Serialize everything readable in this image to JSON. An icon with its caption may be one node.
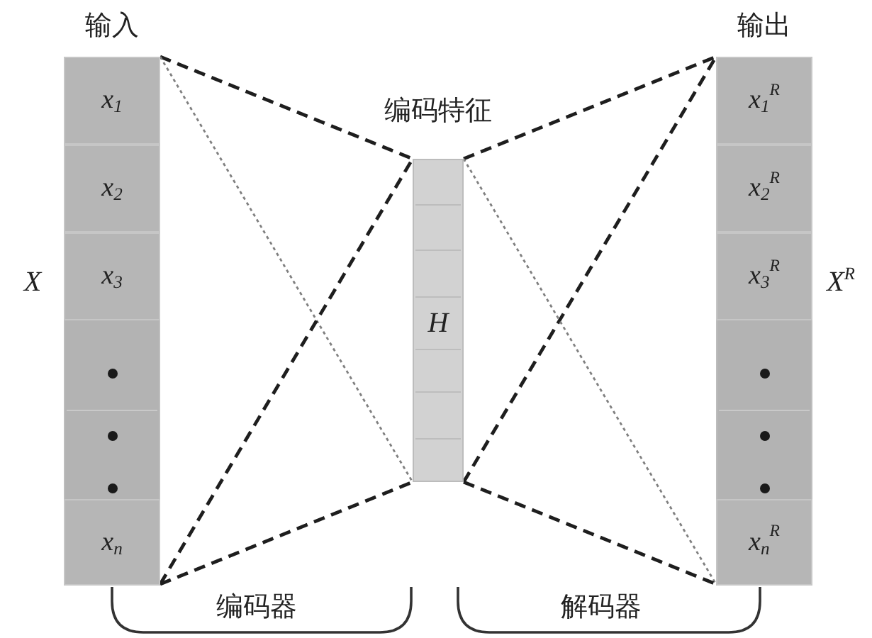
{
  "diagram": {
    "nodes": [
      {
        "text": [
          "输入"
        ],
        "beside": [
          "X"
        ]
      },
      {
        "text": [
          "x$_{1}$"
        ],
        "in": 0
      },
      {
        "text": [
          "x$_{2}$"
        ],
        "in": 0
      },
      {
        "text": [
          "x$_{3}$"
        ],
        "in": 0
      },
      {
        "text": [
          "x$_{n}$"
        ],
        "in": 0
      },
      {
        "text": [
          "编码特征",
          "H"
        ]
      },
      {
        "text": [
          "输出"
        ],
        "beside": [
          "X$^{R}$"
        ]
      },
      {
        "text": [
          "x$_{1}$$^{R}$"
        ],
        "in": 6
      },
      {
        "text": [
          "x$_{2}$$^{R}$"
        ],
        "in": 6
      },
      {
        "text": [
          "x$_{3}$$^{R}$"
        ],
        "in": 6
      },
      {
        "text": [
          "x$_{n}$$^{R}$"
        ],
        "in": 6
      }
    ],
    "edges": [
      {
        "from": 0,
        "to": 5,
        "arrow": "none",
        "style": "dashed"
      },
      {
        "from": 0,
        "to": 5,
        "arrow": "none",
        "style": "dashed",
        "color": "#808080"
      },
      {
        "from": 0,
        "to": 5,
        "arrow": "none",
        "style": "dashed"
      },
      {
        "from": 0,
        "to": 5,
        "arrow": "none",
        "style": "dashed"
      },
      {
        "from": 5,
        "to": 6,
        "arrow": "none",
        "style": "dashed"
      },
      {
        "from": 5,
        "to": 6,
        "arrow": "none",
        "style": "dashed"
      },
      {
        "from": 5,
        "to": 6,
        "arrow": "none",
        "style": "dashed",
        "color": "#808080"
      },
      {
        "from": 5,
        "to": 6,
        "arrow": "none",
        "style": "dashed"
      }
    ],
    "labels": [
      "编码器",
      "解码器"
    ]
  }
}
